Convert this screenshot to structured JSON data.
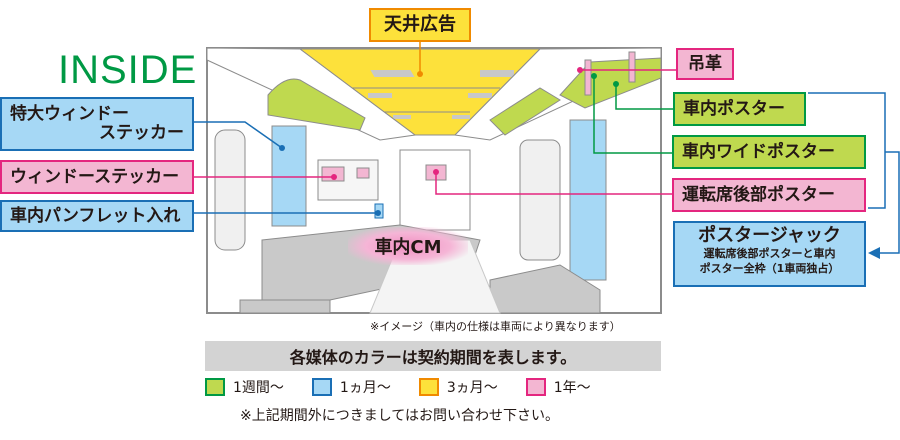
{
  "title": "INSIDE",
  "labels": {
    "extra_large_window_sticker": [
      "特大ウィンドー",
      "ステッカー"
    ],
    "window_sticker": "ウィンドーステッカー",
    "pamphlet_holder": "車内パンフレット入れ",
    "ceiling_ad": "天井広告",
    "hand_strap": "吊革",
    "car_poster": "車内ポスター",
    "car_wide_poster": "車内ワイドポスター",
    "driver_seat_rear_poster": "運転席後部ポスター",
    "in_car_cm": "車内CM"
  },
  "poster_jack": {
    "title": "ポスタージャック",
    "desc_line1": "運転席後部ポスターと車内",
    "desc_line2": "ポスター全枠（1車両独占）"
  },
  "notes": {
    "image_note": "※イメージ（車内の仕様は車両により異なります）",
    "banner": "各媒体のカラーは契約期間を表します。",
    "other_period": "※上記期間外につきましてはお問い合わせ下さい。"
  },
  "legend": [
    {
      "label": "1週間〜",
      "fill": "#bfd94f",
      "border": "#009944"
    },
    {
      "label": "1ヵ月〜",
      "fill": "#a6d8f5",
      "border": "#1a6fb5"
    },
    {
      "label": "3ヵ月〜",
      "fill": "#fde13b",
      "border": "#f08a00"
    },
    {
      "label": "1年〜",
      "fill": "#f3b6d2",
      "border": "#e4267f"
    }
  ],
  "colors": {
    "green": "#bfd94f",
    "blue": "#a6d8f5",
    "yellow": "#fde13b",
    "pink": "#f3b6d2",
    "title_green": "#009944"
  }
}
